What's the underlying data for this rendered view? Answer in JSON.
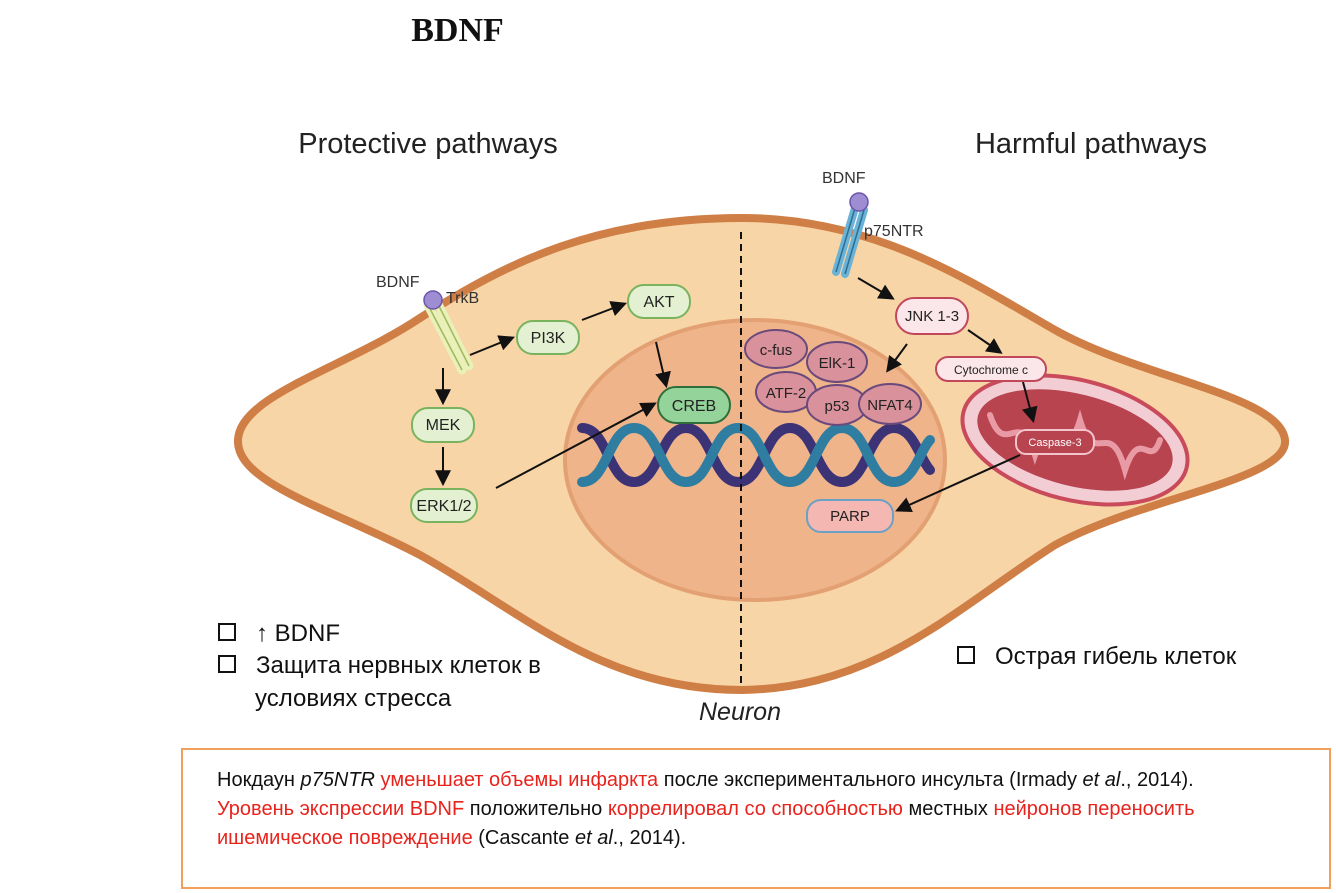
{
  "slide": {
    "title": "BDNF"
  },
  "diagram": {
    "protective_heading": "Protective pathways",
    "harmful_heading": "Harmful pathways",
    "neuron_label": "Neuron",
    "left": {
      "bdnf": "BDNF",
      "trkb": "TrkB",
      "pi3k": "PI3K",
      "akt": "AKT",
      "mek": "MEK",
      "erk": "ERK1/2",
      "creb": "CREB"
    },
    "right": {
      "bdnf": "BDNF",
      "p75ntr": "p75NTR",
      "jnk": "JNK 1-3",
      "cytochrome": "Cytochrome c",
      "caspase": "Caspase-3",
      "parp": "PARP",
      "cfus": "c-fus",
      "elk": "ElK-1",
      "atf2": "ATF-2",
      "p53": "p53",
      "nfat4": "NFAT4"
    }
  },
  "bullets_left": [
    {
      "text": "↑ BDNF"
    },
    {
      "text": "Защита нервных клеток в",
      "cont": "условиях стресса"
    }
  ],
  "bullets_right": [
    {
      "text": "Острая гибель клеток"
    }
  ],
  "note": {
    "l1_a": "Нокдаун ",
    "l1_b": "p75NTR",
    "l1_c": " ",
    "l1_d": "уменьшает объемы инфаркта",
    "l1_e": " после экспериментального инсульта (Irmady ",
    "l1_f": "et al",
    "l1_g": "., 2014).",
    "l2_a": "Уровень экспрессии BDNF",
    "l2_b": " положительно ",
    "l2_c": "коррелировал со способностью",
    "l2_d": " местных ",
    "l2_e": "нейронов переносить ишемическое повреждение",
    "l2_f": " (Cascante ",
    "l2_g": "et al",
    "l2_h": "., 2014)."
  },
  "colors": {
    "cell_fill": "#f7d5a7",
    "cell_border": "#cf7f46",
    "nucleus": "#efb48a",
    "green_node": "#e3f1d2",
    "green_border": "#7ab35e",
    "creb": "#94d39a",
    "pink_node": "#d9929b",
    "pink_border": "#6a4a7c",
    "mito": "#b84450",
    "dna_dark": "#3c3276",
    "dna_teal": "#2f7da0",
    "accent_red": "#e8231c"
  }
}
